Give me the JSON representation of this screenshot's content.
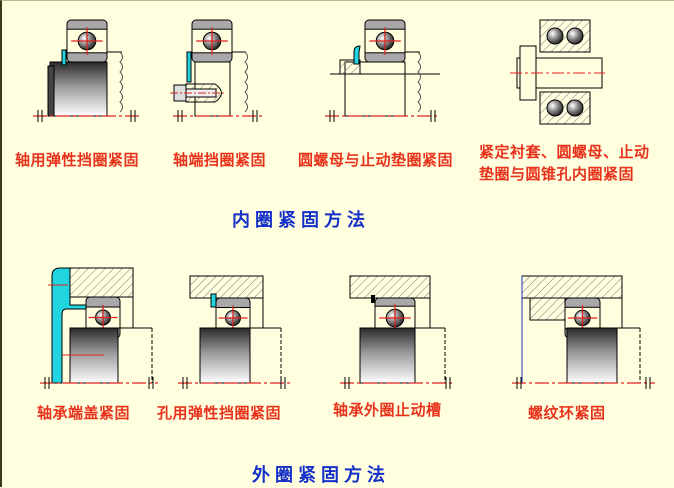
{
  "inner_section": {
    "title": "内圈紧固方法",
    "methods": [
      {
        "label": "轴用弹性挡圈紧固"
      },
      {
        "label": "轴端挡圈紧固"
      },
      {
        "label": "圆螺母与止动垫圈紧固"
      },
      {
        "label_line1": "紧定衬套、圆螺母、止动",
        "label_line2": "垫圈与圆锥孔内圈紧固"
      }
    ]
  },
  "outer_section": {
    "title": "外圈紧固方法",
    "methods": [
      {
        "label": "轴承端盖紧固"
      },
      {
        "label": "孔用弹性挡圈紧固"
      },
      {
        "label": "轴承外圈止动槽"
      },
      {
        "label": "螺纹环紧固"
      }
    ]
  },
  "colors": {
    "background": "#FFFFE0",
    "label": "#E8331C",
    "title": "#1530C8",
    "retainer": "#22D3E0",
    "centerline": "#E02020"
  }
}
